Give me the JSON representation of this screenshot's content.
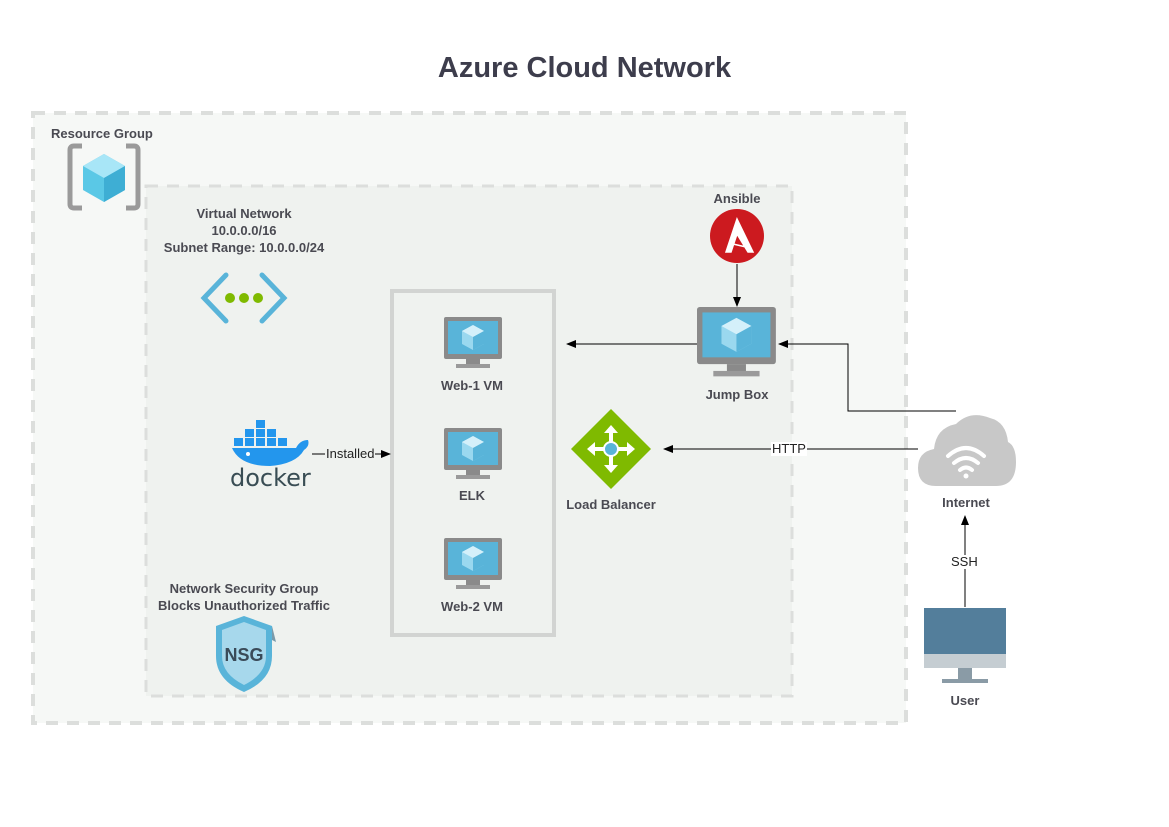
{
  "title": "Azure Cloud Network",
  "resource_group": {
    "label": "Resource Group",
    "icon": "resource-group-icon"
  },
  "vnet": {
    "name": "Virtual Network",
    "cidr": "10.0.0.0/16",
    "subnet": "Subnet Range: 10.0.0.0/24",
    "icon": "virtual-network-icon"
  },
  "nsg": {
    "line1": "Network Security Group",
    "line2": "Blocks Unauthorized Traffic",
    "badge": "NSG",
    "icon": "shield-icon"
  },
  "docker": {
    "text": "docker",
    "icon": "docker-whale-icon"
  },
  "vms": [
    {
      "label": "Web-1 VM",
      "icon": "vm-icon"
    },
    {
      "label": "ELK",
      "icon": "vm-icon"
    },
    {
      "label": "Web-2 VM",
      "icon": "vm-icon"
    }
  ],
  "ansible": {
    "label": "Ansible",
    "letter": "A",
    "icon": "ansible-icon"
  },
  "jump_box": {
    "label": "Jump Box",
    "icon": "vm-icon"
  },
  "load_balancer": {
    "label": "Load Balancer",
    "icon": "load-balancer-icon"
  },
  "internet": {
    "label": "Internet",
    "icon": "cloud-wifi-icon"
  },
  "user": {
    "label": "User",
    "icon": "monitor-icon"
  },
  "edges": {
    "installed": "Installed",
    "http": "HTTP",
    "ssh": "SSH"
  },
  "colors": {
    "title": "#3d3d4c",
    "label": "#4a4a52",
    "outer_container_fill": "#f6f8f6",
    "inner_container_fill": "#eff2ef",
    "azure_blue": "#59b4d9",
    "ansible_red": "#cc1a1f",
    "lb_green": "#7fba00",
    "docker_blue": "#2396ed",
    "cloud_gray": "#c8c8c8",
    "monitor_blue": "#537e9b"
  }
}
